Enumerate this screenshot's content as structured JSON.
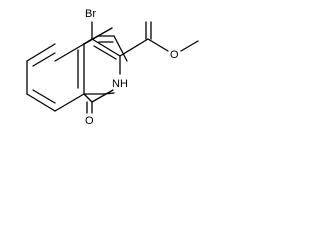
{
  "molecule": {
    "atoms": {
      "bromine": "Br",
      "ring_nitrogen": "NH",
      "ester_oxygen": "O",
      "carbonyl_oxygen": "O"
    },
    "colors": {
      "bond": "#000000",
      "label": "#000000",
      "background": "#ffffff"
    }
  }
}
